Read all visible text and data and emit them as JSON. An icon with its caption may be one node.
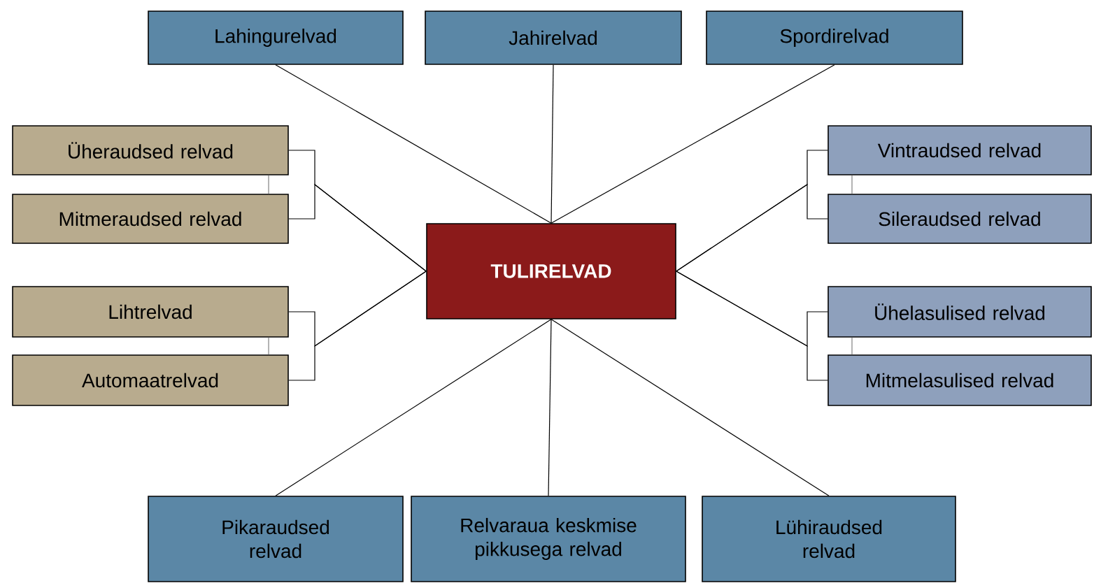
{
  "diagram": {
    "nodes": [
      {
        "text": [
          "TULIRELVAD"
        ]
      },
      {
        "text": [
          "Lahingurelvad"
        ]
      },
      {
        "text": [
          "Jahirelvad"
        ]
      },
      {
        "text": [
          "Spordirelvad"
        ]
      },
      {
        "text": [
          "Üheraudsed relvad"
        ]
      },
      {
        "text": [
          "Mitmeraudsed relvad"
        ]
      },
      {
        "text": [
          "Lihtrelvad"
        ]
      },
      {
        "text": [
          "Automaatrelvad"
        ]
      },
      {
        "text": [
          "Vintraudsed relvad"
        ]
      },
      {
        "text": [
          "Sileraudsed relvad"
        ]
      },
      {
        "text": [
          "Ühelasulised relvad"
        ]
      },
      {
        "text": [
          "Mitmelasulised relvad"
        ]
      },
      {
        "text": [
          "Pikaraudsed relvad"
        ]
      },
      {
        "text": [
          "Relvaraua keskmise pikkusega relvad"
        ]
      },
      {
        "text": [
          "Lühiraudsed relvad"
        ]
      }
    ],
    "edges": [
      {
        "from": 1,
        "to": 0,
        "arrow": "none"
      },
      {
        "from": 2,
        "to": 0,
        "arrow": "none"
      },
      {
        "from": 3,
        "to": 0,
        "arrow": "none"
      },
      {
        "from": 4,
        "to": 0,
        "arrow": "none"
      },
      {
        "from": 5,
        "to": 0,
        "arrow": "none"
      },
      {
        "from": 6,
        "to": 0,
        "arrow": "none"
      },
      {
        "from": 7,
        "to": 0,
        "arrow": "none"
      },
      {
        "from": 8,
        "to": 0,
        "arrow": "none"
      },
      {
        "from": 9,
        "to": 0,
        "arrow": "none"
      },
      {
        "from": 10,
        "to": 0,
        "arrow": "none"
      },
      {
        "from": 11,
        "to": 0,
        "arrow": "none"
      },
      {
        "from": 0,
        "to": 12,
        "arrow": "none"
      },
      {
        "from": 0,
        "to": 13,
        "arrow": "none"
      },
      {
        "from": 0,
        "to": 14,
        "arrow": "none"
      },
      {
        "from": 4,
        "to": 5,
        "arrow": "none",
        "color": "#808080"
      },
      {
        "from": 6,
        "to": 7,
        "arrow": "none",
        "color": "#808080"
      },
      {
        "from": 8,
        "to": 9,
        "arrow": "none",
        "color": "#808080"
      },
      {
        "from": 10,
        "to": 11,
        "arrow": "none",
        "color": "#808080"
      }
    ]
  }
}
